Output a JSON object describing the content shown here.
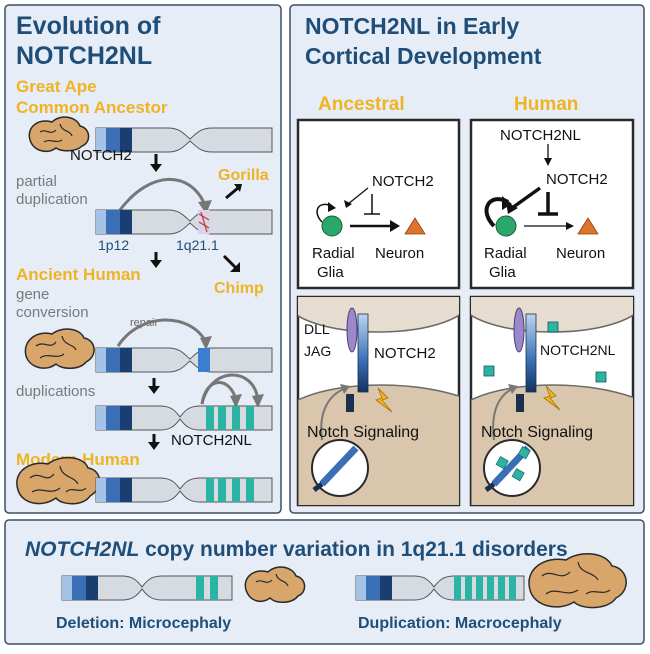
{
  "left_panel": {
    "title_line1": "Evolution of",
    "title_line2": "NOTCH2NL",
    "ancestor_line1": "Great Ape",
    "ancestor_line2": "Common Ancestor",
    "gene_notch2": "NOTCH2",
    "partial_line1": "partial",
    "partial_line2": "duplication",
    "gorilla": "Gorilla",
    "chimp": "Chimp",
    "locus_1p12": "1p12",
    "locus_1q21": "1q21.1",
    "ancient_human": "Ancient Human",
    "gene_conv_line1": "gene",
    "gene_conv_line2": "conversion",
    "repair": "repair",
    "duplications": "duplications",
    "gene_notch2nl": "NOTCH2NL",
    "modern_human": "Modern Human"
  },
  "right_panel": {
    "title_line1": "NOTCH2NL in Early",
    "title_line2": "Cortical Development",
    "col_ancestral": "Ancestral",
    "col_human": "Human",
    "notch2": "NOTCH2",
    "notch2nl": "NOTCH2NL",
    "radial": "Radial",
    "glia": "Glia",
    "neuron": "Neuron",
    "dll": "DLL",
    "jag": "JAG",
    "notch_signaling": "Notch Signaling"
  },
  "bottom_panel": {
    "title_italic": "NOTCH2NL",
    "title_rest": " copy number variation in 1q21.1 disorders",
    "deletion": "Deletion: Microcephaly",
    "duplication": "Duplication: Macrocephaly"
  },
  "colors": {
    "title_blue": "#1f4e79",
    "accent_orange": "#f0b323",
    "panel_bg": "#e6edf6",
    "teal": "#2bb3a3",
    "green": "#2aa86b",
    "triangle": "#e0732b",
    "cell_tan": "#d9c6ac"
  }
}
